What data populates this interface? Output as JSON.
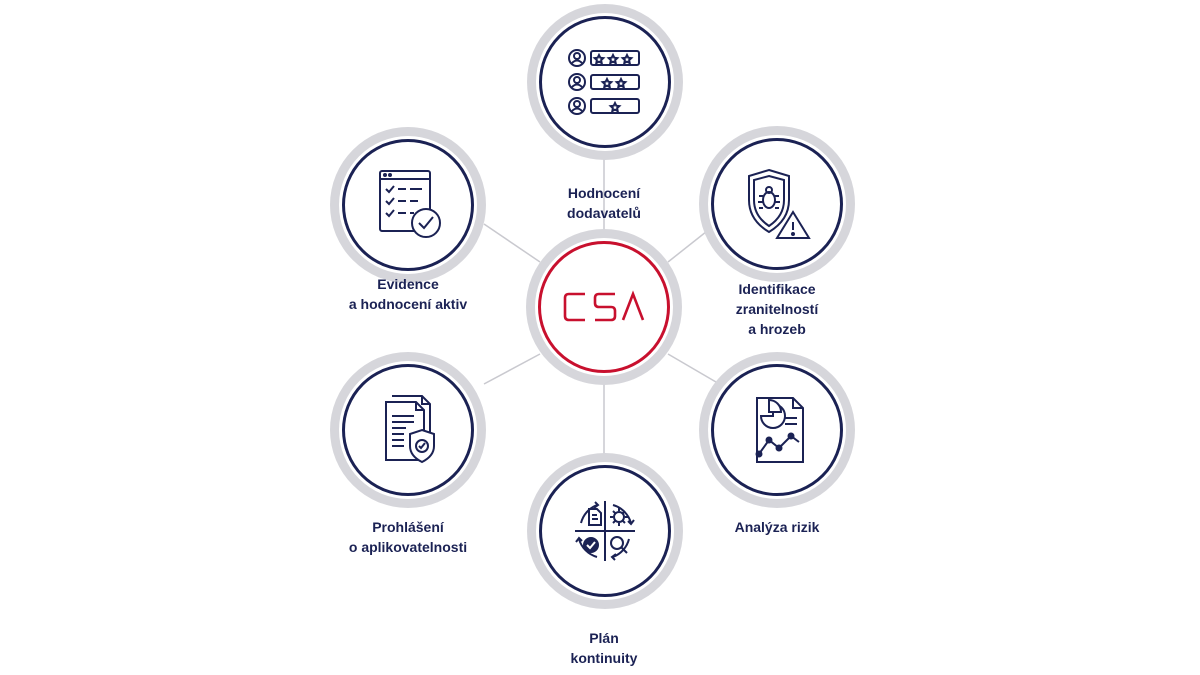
{
  "center": {
    "logo_text": "CSA",
    "accent_color": "#c8102e"
  },
  "brand_color": "#1b2254",
  "nodes": [
    {
      "id": "hodnoceni-dodavatelu",
      "label": "Hodnocení\ndodavatelů",
      "icon": "supplier-rating-icon"
    },
    {
      "id": "identifikace-zranitelnosti",
      "label": "Identifikace\nzranitelností\na hrozeb",
      "icon": "vulnerability-shield-icon"
    },
    {
      "id": "analyza-rizik",
      "label": "Analýza rizik",
      "icon": "risk-analysis-report-icon"
    },
    {
      "id": "plan-kontinuity",
      "label": "Plán\nkontinuity",
      "icon": "continuity-cycle-icon"
    },
    {
      "id": "prohlaseni-aplikovatelnosti",
      "label": "Prohlášení\no aplikovatelnosti",
      "icon": "document-shield-icon"
    },
    {
      "id": "evidence-aktiv",
      "label": "Evidence\na hodnocení aktiv",
      "icon": "asset-checklist-icon"
    }
  ]
}
